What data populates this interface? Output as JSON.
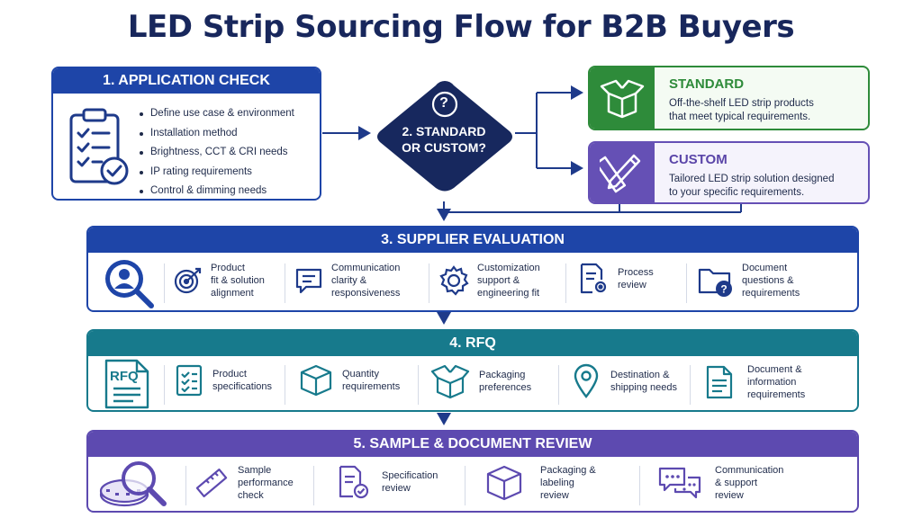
{
  "title": "LED Strip Sourcing Flow for B2B Buyers",
  "application_check": {
    "header": "1. APPLICATION CHECK",
    "items": [
      "Define use case & environment",
      "Installation method",
      "Brightness, CCT & CRI needs",
      "IP rating requirements",
      "Control & dimming needs"
    ]
  },
  "decision": {
    "symbol": "?",
    "line1": "2. STANDARD",
    "line2": "OR CUSTOM?"
  },
  "standard": {
    "title": "STANDARD",
    "desc_line1": "Off-the-shelf LED strip products",
    "desc_line2": "that meet typical requirements."
  },
  "custom": {
    "title": "CUSTOM",
    "desc_line1": "Tailored LED strip solution designed",
    "desc_line2": "to your specific requirements."
  },
  "supplier_evaluation": {
    "header": "3. SUPPLIER EVALUATION",
    "items": [
      [
        "Product",
        "fit & solution",
        "alignment"
      ],
      [
        "Communication",
        "clarity &",
        "responsiveness"
      ],
      [
        "Customization",
        "support &",
        "engineering fit"
      ],
      [
        "Process",
        "review"
      ],
      [
        "Document",
        "questions &",
        "requirements"
      ]
    ]
  },
  "rfq": {
    "header": "4. RFQ",
    "doc_label": "RFQ",
    "items": [
      [
        "Product",
        "specifications"
      ],
      [
        "Quantity",
        "requirements"
      ],
      [
        "Packaging",
        "preferences"
      ],
      [
        "Destination &",
        "shipping needs"
      ],
      [
        "Document &",
        "information",
        "requirements"
      ]
    ]
  },
  "sample_review": {
    "header": "5. SAMPLE & DOCUMENT REVIEW",
    "items": [
      [
        "Sample",
        "performance",
        "check"
      ],
      [
        "Specification",
        "review"
      ],
      [
        "Packaging &",
        "labeling",
        "review"
      ],
      [
        "Communication",
        "& support",
        "review"
      ]
    ]
  },
  "colors": {
    "navy": "#1e45a8",
    "teal": "#177a8c",
    "purple": "#5d4ab0",
    "green": "#2e8b3a",
    "title": "#18275c"
  }
}
